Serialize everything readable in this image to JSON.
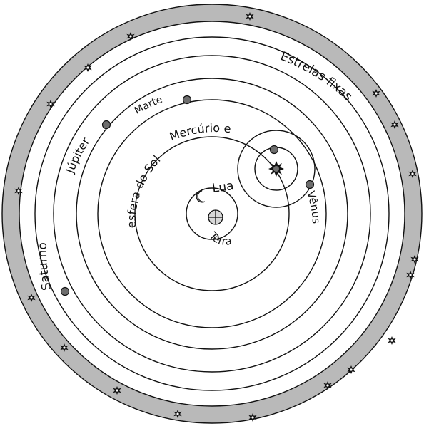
{
  "diagram": {
    "labels": {
      "fixed_stars": "Estrelas fixas",
      "saturn": "Saturno",
      "jupiter": "Júpiter",
      "mars": "Marte",
      "mercury": "Mercúrio e",
      "sun_sphere": "esfera do Sol",
      "venus": "Vênus",
      "moon": "Lua",
      "earth": "Terra"
    },
    "colors": {
      "ring_fill": "#b9b9b9",
      "line": "#111111",
      "planet_fill": "#6d6d6d",
      "background": "#ffffff"
    },
    "icons": {
      "star": "star-icon",
      "sun": "sun-icon",
      "moon": "crescent-moon-icon",
      "earth": "earth-cross-icon"
    }
  }
}
